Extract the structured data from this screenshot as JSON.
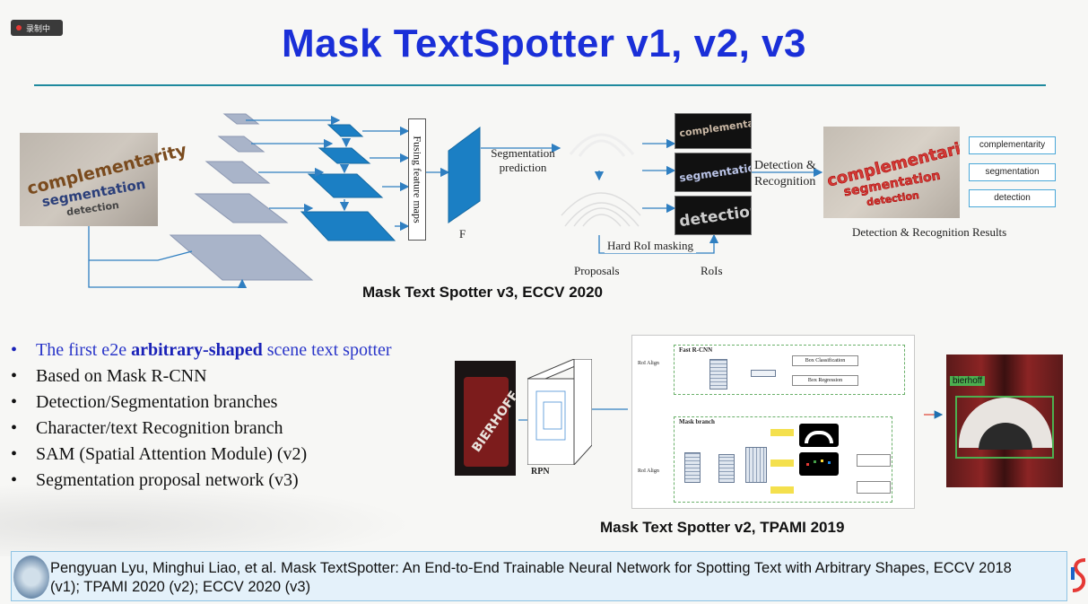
{
  "recording_badge": "录制中",
  "title": "Mask TextSpotter v1, v2, v3",
  "v3_diagram": {
    "input_words": [
      "complementarity",
      "segmentation",
      "detection"
    ],
    "fusing_label": "Fusing feature maps",
    "f_label": "F",
    "seg_pred_label": "Segmentation\nprediction",
    "proposals_label": "Proposals",
    "rois_label": "RoIs",
    "hard_roi_label": "Hard RoI masking",
    "roi_words": [
      "complementarity",
      "segmentation",
      "detection"
    ],
    "det_rec_label": "Detection &\nRecognition",
    "result_words": [
      "complementarity",
      "segmentation",
      "detection"
    ],
    "result_boxes": [
      "complementarity",
      "segmentation",
      "detection"
    ],
    "results_label": "Detection & Recognition Results",
    "caption": "Mask Text Spotter v3, ECCV 2020"
  },
  "bullets": {
    "first_pre": "The first e2e ",
    "first_bold": "arbitrary-shaped",
    "first_post": " scene text spotter",
    "items": [
      "Based on Mask R-CNN",
      "Detection/Segmentation branches",
      "Character/text Recognition branch",
      "SAM (Spatial Attention Module) (v2)",
      "Segmentation proposal network (v3)"
    ]
  },
  "v2_diagram": {
    "sign_text": "BIERHOFF",
    "rpn_label": "RPN",
    "fast_rcnn_label": "Fast R-CNN",
    "roi_align_label": "RoI Align",
    "box_cls_label": "Box Classification",
    "box_reg_label": "Box Regression",
    "mask_branch_label": "Mask branch",
    "roi_align_label2": "RoI Align",
    "output_tag": "bierhoff",
    "caption": "Mask Text Spotter v2, TPAMI 2019"
  },
  "citation": "Pengyuan Lyu, Minghui Liao, et al. Mask TextSpotter: An End-to-End Trainable Neural Network for Spotting Text with Arbitrary Shapes, ECCV 2018 (v1); TPAMI 2020 (v2); ECCV 2020 (v3)",
  "colors": {
    "title": "#1a2fd8",
    "rule": "#1f8a9e",
    "arrow": "#2f7fc1",
    "fpn_light": "#a9b4c9",
    "fpn_dark": "#1b7fc4"
  }
}
